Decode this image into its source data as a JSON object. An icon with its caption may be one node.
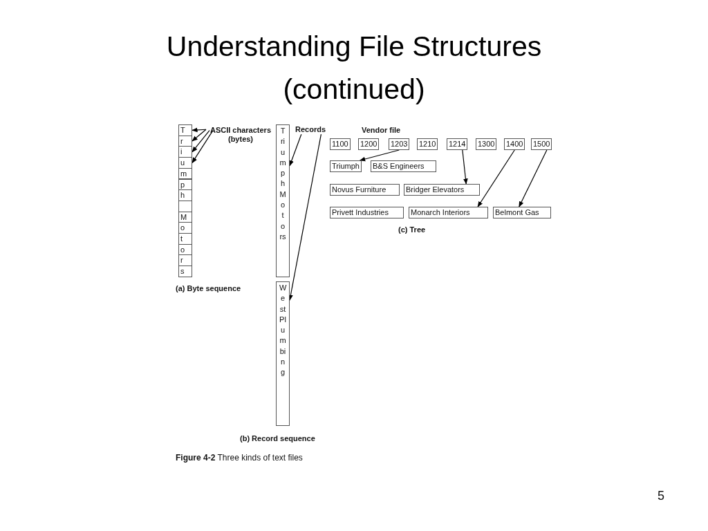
{
  "diagram": {
    "title": "Understanding File Structures (continued)",
    "nodes": [
      {
        "text": [
          "T"
        ]
      },
      {
        "text": [
          "r"
        ]
      },
      {
        "text": [
          "i"
        ]
      },
      {
        "text": [
          "u"
        ]
      },
      {
        "text": [
          "m"
        ]
      },
      {
        "text": [
          "p"
        ]
      },
      {
        "text": [
          "h"
        ]
      },
      {
        "text": [],
        "shape": "box"
      },
      {
        "text": [
          "M"
        ]
      },
      {
        "text": [
          "o"
        ]
      },
      {
        "text": [
          "t"
        ]
      },
      {
        "text": [
          "o"
        ]
      },
      {
        "text": [
          "r"
        ]
      },
      {
        "text": [
          "s"
        ]
      },
      {
        "text": [
          "ASCII characters (bytes)"
        ]
      },
      {
        "text": [
          "Triumph Motors"
        ]
      },
      {
        "text": [
          "West Plumbing"
        ]
      },
      {
        "text": [
          "Records"
        ]
      },
      {
        "text": [
          "1100"
        ]
      },
      {
        "text": [
          "1200"
        ]
      },
      {
        "text": [
          "1203"
        ]
      },
      {
        "text": [
          "1210"
        ]
      },
      {
        "text": [
          "1214"
        ]
      },
      {
        "text": [
          "1300"
        ]
      },
      {
        "text": [
          "1400"
        ]
      },
      {
        "text": [
          "1500"
        ]
      },
      {
        "text": [
          "Triumph"
        ]
      },
      {
        "text": [
          "B&S Engineers"
        ]
      },
      {
        "text": [
          "Novus Furniture"
        ]
      },
      {
        "text": [
          "Bridger Elevators"
        ]
      },
      {
        "text": [
          "Privett Industries"
        ]
      },
      {
        "text": [
          "Monarch Interiors"
        ]
      },
      {
        "text": [
          "Belmont Gas"
        ]
      }
    ],
    "edges": [
      {
        "from": 14,
        "to": 0,
        "arrow": "to"
      },
      {
        "from": 14,
        "to": 1,
        "arrow": "to"
      },
      {
        "from": 14,
        "to": 2,
        "arrow": "to"
      },
      {
        "from": 14,
        "to": 3,
        "arrow": "to"
      },
      {
        "from": 17,
        "to": 15,
        "arrow": "to"
      },
      {
        "from": 17,
        "to": 16,
        "arrow": "to"
      },
      {
        "from": 20,
        "to": 26,
        "arrow": "to"
      },
      {
        "from": 22,
        "to": 29,
        "arrow": "to"
      },
      {
        "from": 24,
        "to": 31,
        "arrow": "to"
      },
      {
        "from": 25,
        "to": 32,
        "arrow": "to"
      }
    ],
    "labels": [
      "Vendor file",
      "(c) Tree",
      "(a) Byte sequence",
      "(b) Record sequence",
      "**Figure 4-2** Three kinds of text files",
      "5"
    ]
  }
}
